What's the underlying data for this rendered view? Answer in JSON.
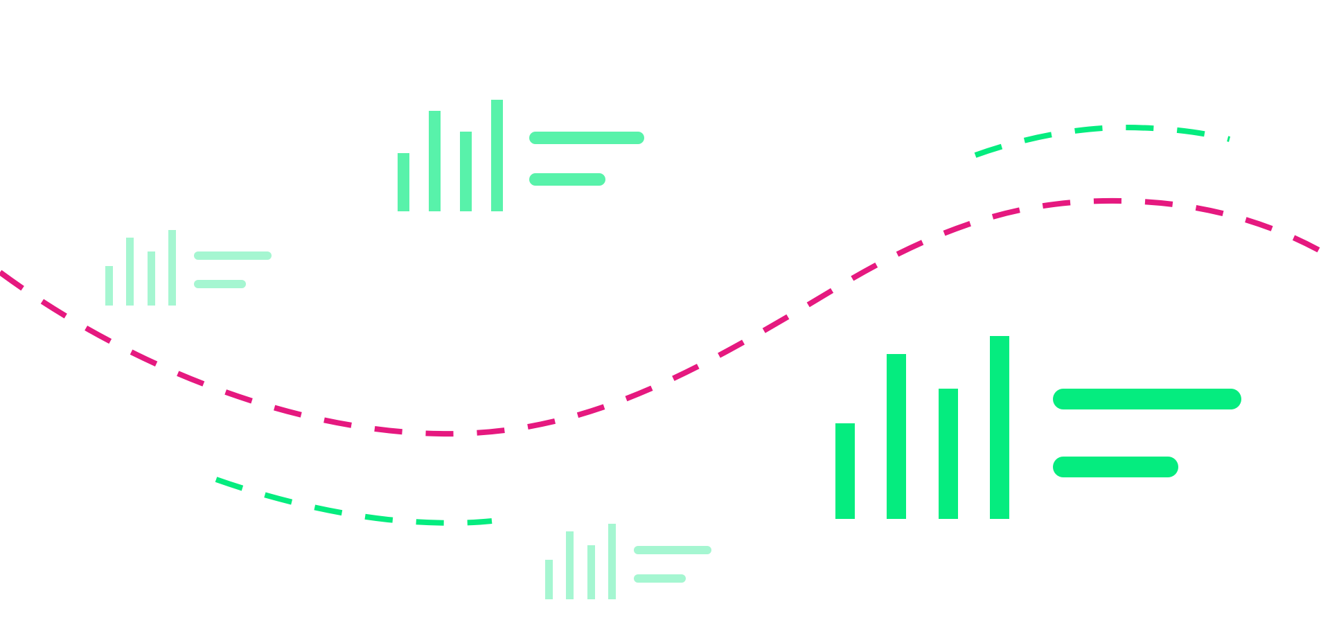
{
  "colors": {
    "background": "#ffffff",
    "wave": "#e5197f",
    "accent": "#05ec7f",
    "accent_medium": "#58f2aa",
    "accent_light": "#a5f6d1"
  },
  "icons": [
    {
      "name": "bar-chart-icon",
      "variant": "large",
      "color": "accent"
    },
    {
      "name": "bar-chart-icon",
      "variant": "medium",
      "color": "accent_medium"
    },
    {
      "name": "bar-chart-icon",
      "variant": "small",
      "color": "accent_light"
    },
    {
      "name": "bar-chart-icon",
      "variant": "small",
      "color": "accent_light"
    }
  ]
}
